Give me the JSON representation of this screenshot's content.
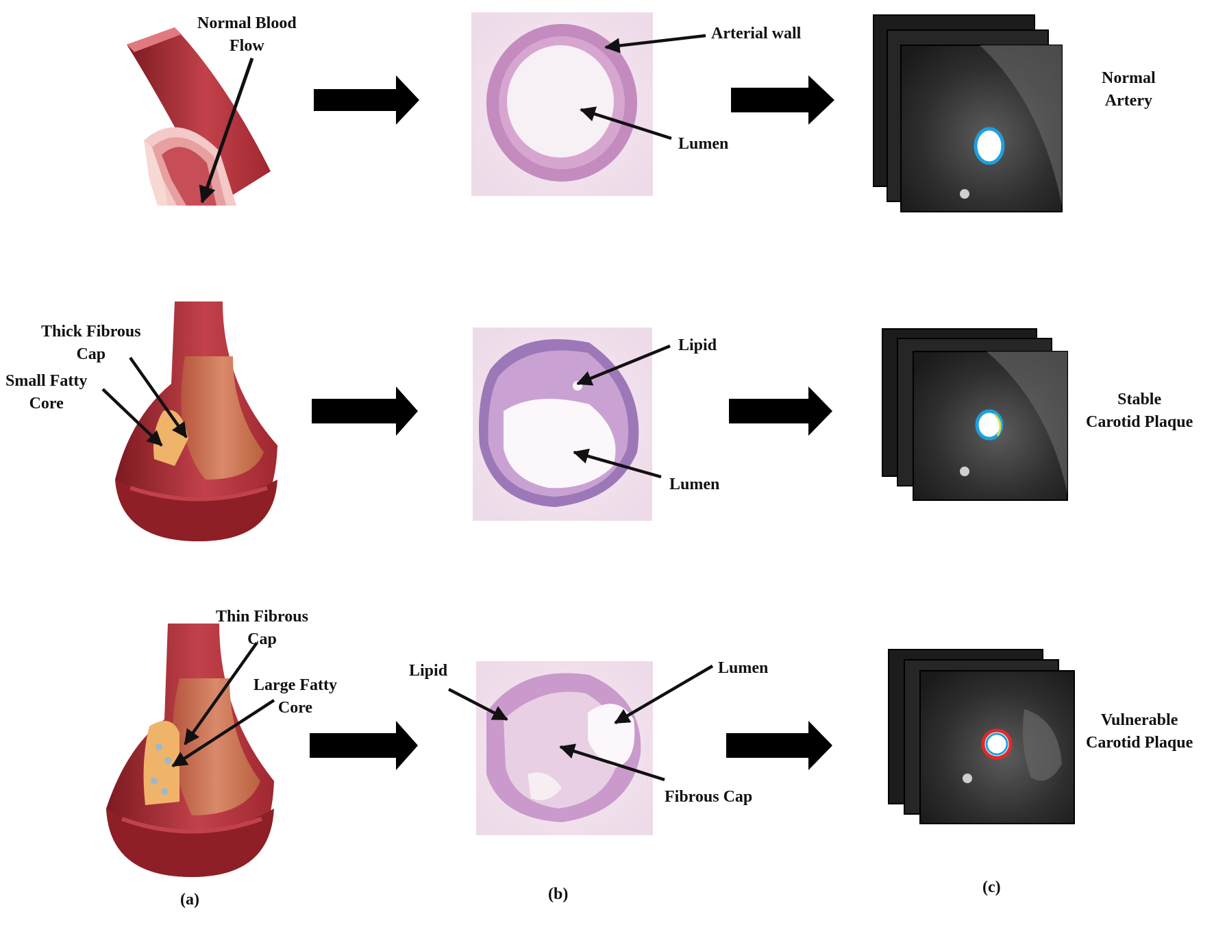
{
  "rows": [
    {
      "anatomy_labels": [
        {
          "id": "flow",
          "lines": [
            "Normal Blood",
            "Flow"
          ]
        }
      ],
      "histology_labels": [
        {
          "id": "wall",
          "text": "Arterial wall"
        },
        {
          "id": "lumen",
          "text": "Lumen"
        }
      ],
      "mri_title": [
        "Normal",
        "Artery"
      ],
      "contour_colors": [
        "#1e9fe0"
      ]
    },
    {
      "anatomy_labels": [
        {
          "id": "thick-cap",
          "lines": [
            "Thick Fibrous",
            "Cap"
          ]
        },
        {
          "id": "small-core",
          "lines": [
            "Small Fatty",
            "Core"
          ]
        }
      ],
      "histology_labels": [
        {
          "id": "lipid",
          "text": "Lipid"
        },
        {
          "id": "lumen",
          "text": "Lumen"
        }
      ],
      "mri_title": [
        "Stable",
        "Carotid Plaque"
      ],
      "contour_colors": [
        "#1e9fe0",
        "#c8e04a"
      ]
    },
    {
      "anatomy_labels": [
        {
          "id": "thin-cap",
          "lines": [
            "Thin Fibrous",
            "Cap"
          ]
        },
        {
          "id": "large-core",
          "lines": [
            "Large Fatty",
            "Core"
          ]
        }
      ],
      "histology_labels": [
        {
          "id": "lipid",
          "text": "Lipid"
        },
        {
          "id": "lumen",
          "text": "Lumen"
        },
        {
          "id": "fibrous-cap",
          "text": "Fibrous Cap"
        }
      ],
      "mri_title": [
        "Vulnerable",
        "Carotid Plaque"
      ],
      "contour_colors": [
        "#e02a2a",
        "#1e9fe0"
      ]
    }
  ],
  "column_captions": [
    "(a)",
    "(b)",
    "(c)"
  ],
  "colors": {
    "vessel_dark": "#8e1f26",
    "vessel_mid": "#c2414a",
    "vessel_light": "#e7a0a3",
    "plaque": "#f0b36a",
    "stain": "#c896c4",
    "mri_bg": "#2a2a2a"
  }
}
